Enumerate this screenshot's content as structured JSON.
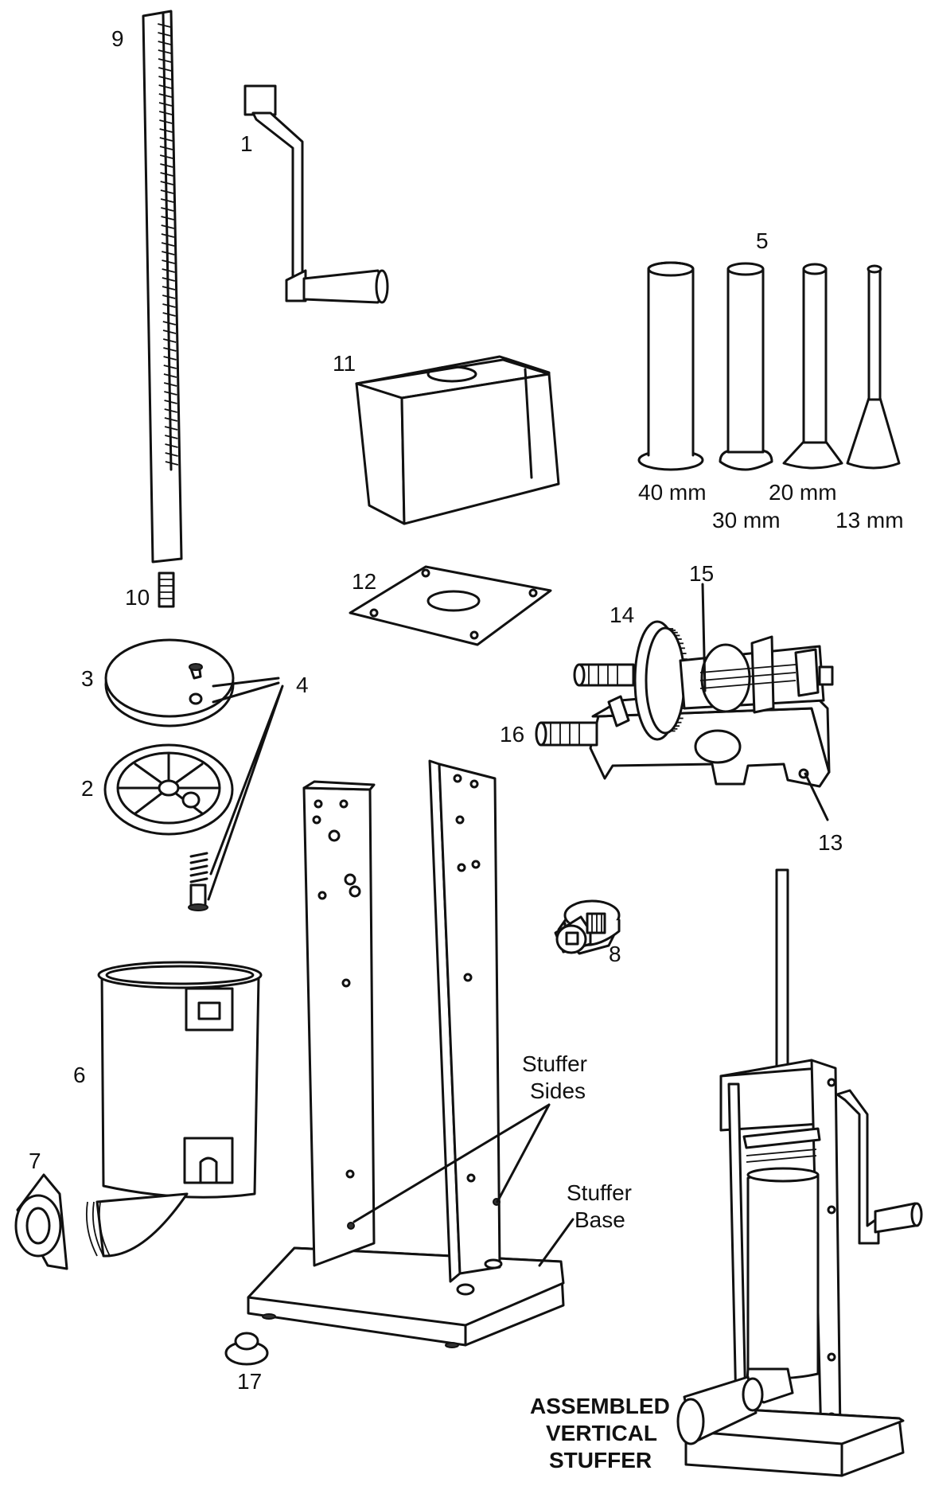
{
  "labels": {
    "p1": "1",
    "p2": "2",
    "p3": "3",
    "p4": "4",
    "p5": "5",
    "p6": "6",
    "p7": "7",
    "p8": "8",
    "p9": "9",
    "p10": "10",
    "p11": "11",
    "p12": "12",
    "p13": "13",
    "p14": "14",
    "p15": "15",
    "p16": "16",
    "p17": "17"
  },
  "tube_sizes": [
    "40 mm",
    "30 mm",
    "20 mm",
    "13 mm"
  ],
  "callouts": {
    "sides_line1": "Stuffer",
    "sides_line2": "Sides",
    "base_line1": "Stuffer",
    "base_line2": "Base"
  },
  "assembled": [
    "ASSEMBLED",
    "VERTICAL",
    "STUFFER"
  ],
  "style": {
    "ink": "#111111",
    "paper": "#ffffff"
  }
}
